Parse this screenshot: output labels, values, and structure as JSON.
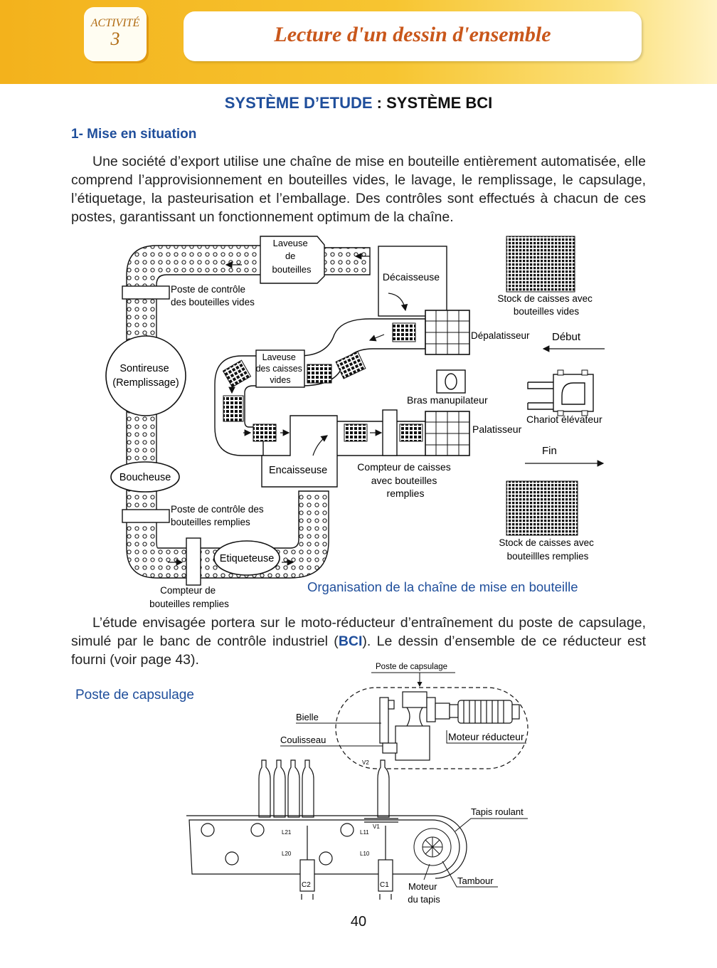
{
  "header": {
    "activity_label": "ACTIVITÉ",
    "activity_number": "3",
    "title": "Lecture d'un dessin d'ensemble"
  },
  "system_heading": {
    "prefix": "SYSTÈME D’ETUDE",
    "separator": " : ",
    "name": "SYSTÈME BCI"
  },
  "section": {
    "title": "1- Mise en situation"
  },
  "intro_paragraph": "Une société d’export utilise une chaîne de mise en bouteille entièrement automatisée, elle comprend l’approvisionnement en bouteilles vides, le lavage, le remplissage, le capsulage, l’étiquetage, la pasteurisation et l’emballage. Des contrôles sont effectués à chacun de ces postes, garantissant un fonctionnement optimum de la chaîne.",
  "diagram1": {
    "labels": {
      "laveuse_bouteilles": [
        "Laveuse",
        "de",
        "bouteilles"
      ],
      "decaisseuse": "Décaisseuse",
      "stock_vides": [
        "Stock de caisses avec",
        "bouteilles vides"
      ],
      "controle_vides": [
        "Poste de contrôle",
        "des bouteilles vides"
      ],
      "depalatisseur": "Dépalatisseur",
      "debut": "Début",
      "laveuse_caisses": [
        "Laveuse",
        "des caisses",
        "vides"
      ],
      "sontireuse": [
        "Sontireuse",
        "(Remplissage)"
      ],
      "bras": "Bras manupilateur",
      "chariot": "Chariot élévateur",
      "palatisseur": "Palatisseur",
      "fin": "Fin",
      "encaisseuse": "Encaisseuse",
      "compteur_caisses": [
        "Compteur de caisses",
        "avec bouteilles",
        "remplies"
      ],
      "boucheuse": "Boucheuse",
      "controle_remplies": [
        "Poste de contrôle des",
        "bouteilles remplies"
      ],
      "stock_remplies": [
        "Stock de caisses avec",
        "bouteillles remplies"
      ],
      "etiqueteuse": "Etiqueteuse",
      "compteur_bouteilles": [
        "Compteur de",
        "bouteilles remplies"
      ]
    },
    "caption": "Organisation de la chaîne de mise en bouteille"
  },
  "study_paragraph": {
    "before": "L’étude envisagée portera sur le moto-réducteur d’entraînement du poste de capsulage, simulé par le banc de contrôle industriel (",
    "bci": "BCI",
    "after": "). Le dessin d’ensemble de ce réducteur est fourni (voir page 43)."
  },
  "diagram2": {
    "caption": "Poste de capsulage",
    "labels": {
      "poste": "Poste de capsulage",
      "bielle": "Bielle",
      "coulisseau": "Coulisseau",
      "moteur_reducteur": "Moteur réducteur",
      "v2": "V2",
      "v1": "V1",
      "tapis": "Tapis roulant",
      "l21": "L21",
      "l11": "L11",
      "l20": "L20",
      "l10": "L10",
      "c2": "C2",
      "c1": "C1",
      "tambour": "Tambour",
      "moteur_tapis": [
        "Moteur",
        "du tapis"
      ]
    }
  },
  "page_number": "40"
}
